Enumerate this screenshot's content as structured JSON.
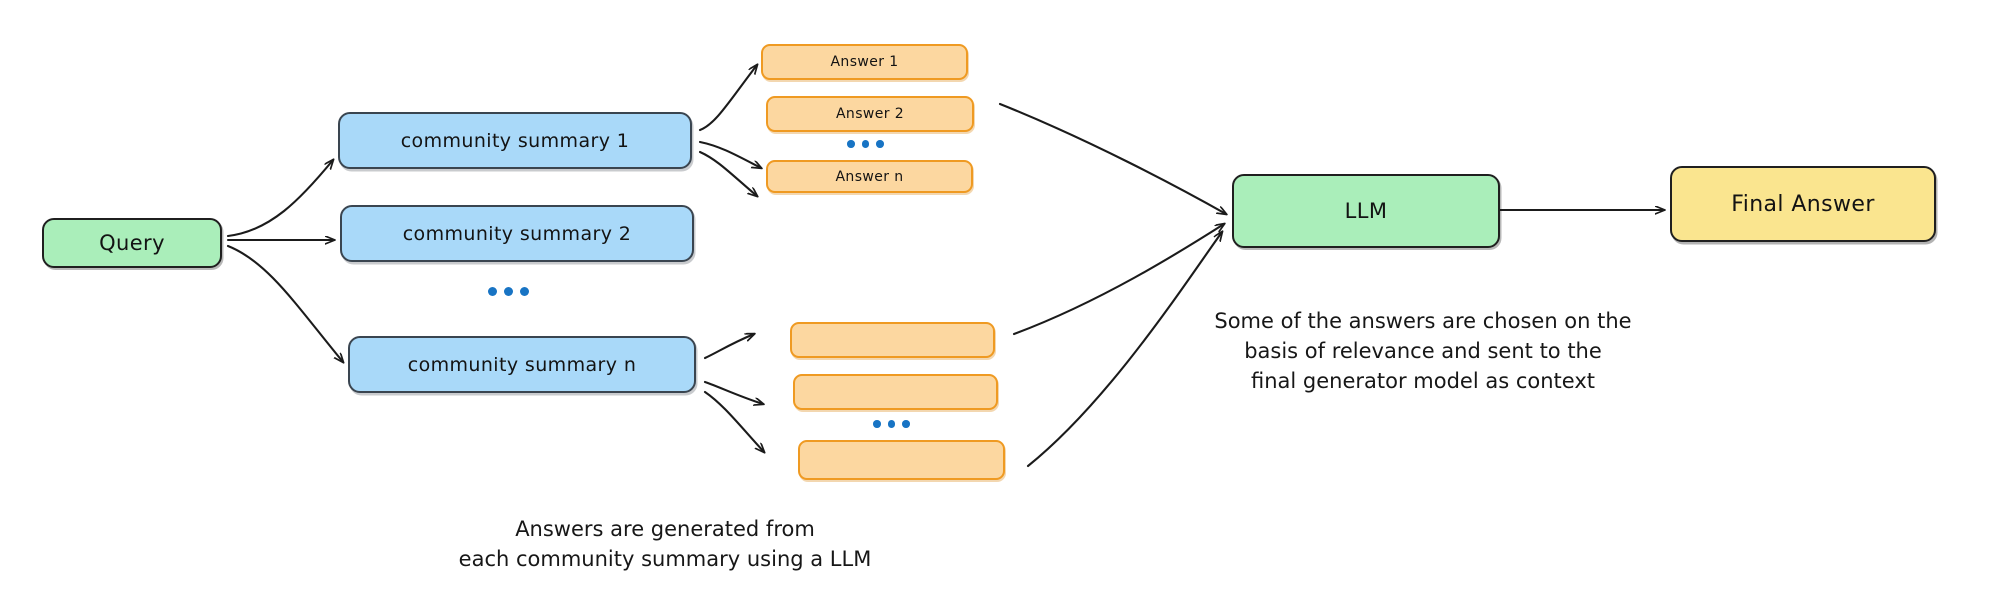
{
  "diagram": {
    "title": "GraphRAG global search answer aggregation flow",
    "colors": {
      "query_fill": "#aaeeba",
      "summary_fill": "#a9d9f9",
      "answer_fill": "#fcd7a0",
      "answer_stroke": "#ef9a22",
      "llm_fill": "#aaeeba",
      "final_fill": "#fae58f",
      "dot_blue": "#1874c4",
      "stroke_dark": "#1f1f1f"
    },
    "query": {
      "label": "Query"
    },
    "summaries": [
      {
        "label": "community summary 1"
      },
      {
        "label": "community summary 2"
      },
      {
        "label": "community summary n"
      }
    ],
    "summary_ellipsis": "•••",
    "answers_top": [
      {
        "label": "Answer 1"
      },
      {
        "label": "Answer 2"
      },
      {
        "label": "Answer n"
      }
    ],
    "answers_top_ellipsis": "•••",
    "answers_bottom": [
      {
        "label": ""
      },
      {
        "label": ""
      },
      {
        "label": ""
      }
    ],
    "answers_bottom_ellipsis": "•••",
    "llm": {
      "label": "LLM"
    },
    "final_answer": {
      "label": "Final Answer"
    },
    "captions": {
      "selection_note": "Some of the answers are chosen on the\nbasis of relevance and sent to the\nfinal generator model as context",
      "generation_note": "Answers are generated from\neach community summary using a LLM"
    }
  }
}
